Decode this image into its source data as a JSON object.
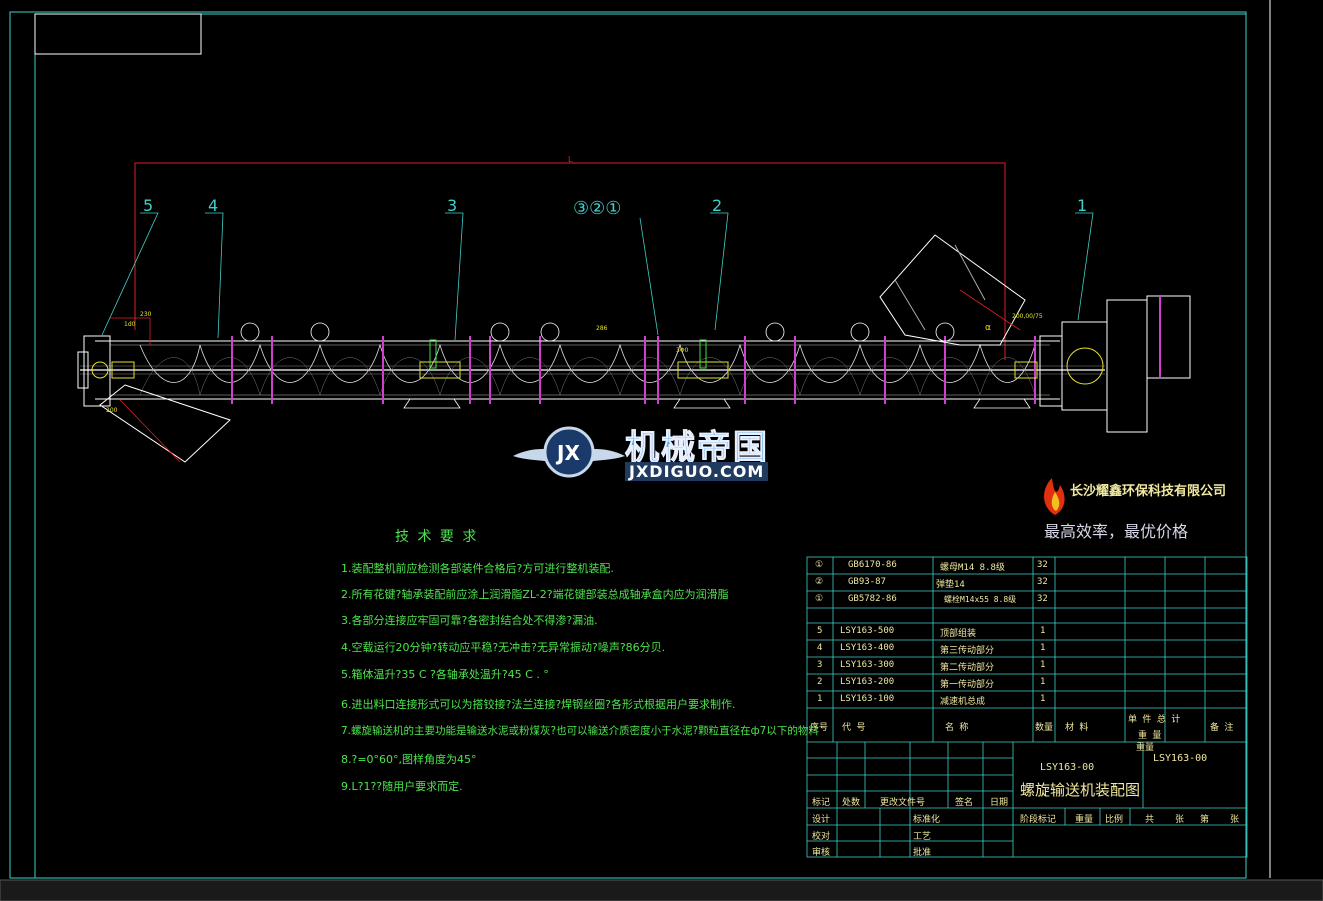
{
  "watermark": {
    "brand_cn": "机械帝国",
    "brand_url": "JXDIGUO.COM",
    "logo_letters": "JX"
  },
  "company": {
    "name": "长沙耀鑫环保科技有限公司",
    "slogan": "最高效率，最优价格"
  },
  "callouts": [
    "5",
    "4",
    "3",
    "③②①",
    "2",
    "1"
  ],
  "dimension_labels": {
    "overall": "L",
    "left_top": "230",
    "left_mid": "1d0",
    "left_bottom": "200",
    "mid": "286",
    "right_inlet": "200,00/75",
    "right_angle": "α",
    "center_mark": "3Φ0"
  },
  "requirements": {
    "title": "技 术 要 求",
    "items": [
      "1.装配整机前应检测各部装件合格后?方可进行整机装配.",
      "2.所有花键?轴承装配前应涂上润滑脂ZL-2?端花键部装总成轴承盒内应为润滑脂",
      "3.各部分连接应牢固可靠?各密封结合处不得渗?漏油.",
      "4.空载运行20分钟?转动应平稳?无冲击?无异常振动?噪声?86分贝.",
      "5.箱体温升?35 C ?各轴承处温升?45 C .  °",
      "6.进出料口连接形式可以为搭铰接?法兰连接?焊钢丝圈?各形式根据用户要求制作.",
      "7.螺旋输送机的主要功能是输送水泥或粉煤灰?也可以输送介质密度小于水泥?颗粒直径在ф7以下的物料",
      "8.?=0°60°,图样角度为45°",
      "9.L?1??随用户要求而定."
    ]
  },
  "bom": {
    "rows": [
      {
        "no": "①",
        "code": "GB6170-86",
        "name": "螺母M14 8.8级",
        "qty": "32"
      },
      {
        "no": "②",
        "code": "GB93-87",
        "name": "弹垫14",
        "qty": "32"
      },
      {
        "no": "①",
        "code": "GB5782-86",
        "name": "螺栓M14x55 8.8级",
        "qty": "32"
      },
      {
        "no": "5",
        "code": "LSY163-500",
        "name": "顶部组装",
        "qty": "1"
      },
      {
        "no": "4",
        "code": "LSY163-400",
        "name": "第三传动部分",
        "qty": "1"
      },
      {
        "no": "3",
        "code": "LSY163-300",
        "name": "第二传动部分",
        "qty": "1"
      },
      {
        "no": "2",
        "code": "LSY163-200",
        "name": "第一传动部分",
        "qty": "1"
      },
      {
        "no": "1",
        "code": "LSY163-100",
        "name": "减速机总成",
        "qty": "1"
      }
    ],
    "header": {
      "no": "序号",
      "code": "代        号",
      "name": "名         称",
      "qty": "数量",
      "material": "材    料",
      "unit_total": "单  件  总  计",
      "weight": "重     量",
      "remark": "备   注"
    }
  },
  "title_block": {
    "drawing_no": "LSY163-00",
    "drawing_no_right": "LSY163-00",
    "drawing_title": "螺旋输送机装配图",
    "weight_label": "重量",
    "rev_labels": [
      "标记",
      "处数",
      "更改文件号",
      "签名",
      "日期"
    ],
    "sign_labels": [
      "设计",
      "",
      "标准化"
    ],
    "check_labels": [
      "校对",
      "",
      "工艺"
    ],
    "review_labels": [
      "审核",
      "",
      "批准"
    ],
    "stage_labels": [
      "阶段标记",
      "重量",
      "比例"
    ],
    "sheet_labels": [
      "共",
      "张",
      "第",
      "张"
    ]
  }
}
